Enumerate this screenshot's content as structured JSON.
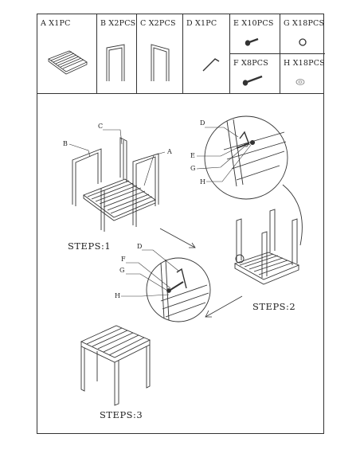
{
  "parts": {
    "a": "A X1PC",
    "b": "B X2PCS",
    "c": "C X2PCS",
    "d": "D X1PC",
    "e": "E X10PCS",
    "f": "F X8PCS",
    "g": "G X18PCS",
    "h": "H X18PCS"
  },
  "callouts": {
    "step1": [
      "C",
      "B",
      "A"
    ],
    "step2": [
      "D",
      "E",
      "G",
      "H"
    ],
    "step3_detail": [
      "D",
      "F",
      "G",
      "H"
    ]
  },
  "steps": {
    "s1": "STEPS:1",
    "s2": "STEPS:2",
    "s3": "STEPS:3"
  }
}
